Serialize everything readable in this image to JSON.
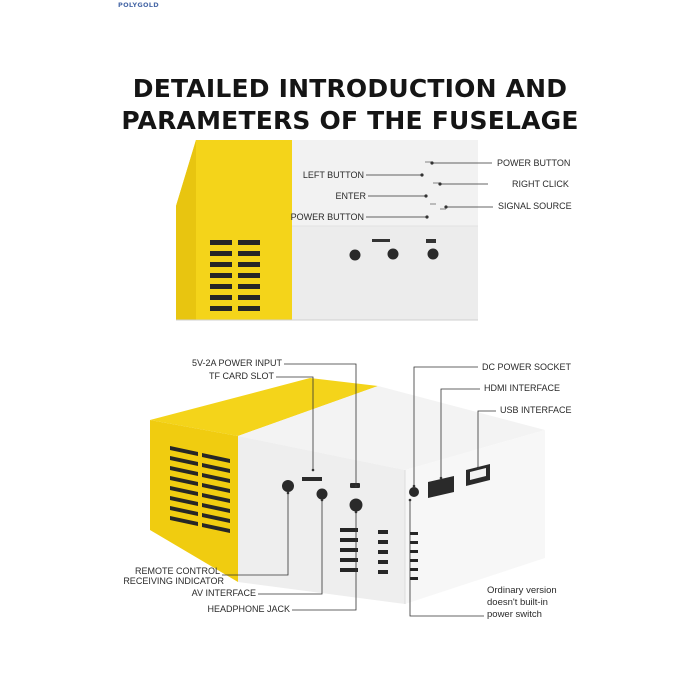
{
  "brand": "POLYGOLD",
  "title": {
    "line1": "DETAILED INTRODUCTION AND",
    "line2": "PARAMETERS OF THE FUSELAGE"
  },
  "top_view": {
    "labels": {
      "left_button": "LEFT BUTTON",
      "enter": "ENTER",
      "power_button_left": "POWER BUTTON",
      "power_button_right": "POWER BUTTON",
      "right_click": "RIGHT CLICK",
      "signal_source": "SIGNAL SOURCE"
    }
  },
  "side_view": {
    "labels": {
      "power_input": "5V-2A POWER INPUT",
      "tf_card_slot": "TF CARD SLOT",
      "dc_power_socket": "DC POWER SOCKET",
      "hdmi_interface": "HDMI INTERFACE",
      "usb_interface": "USB INTERFACE",
      "remote_control_line1": "REMOTE CONTROL",
      "remote_control_line2": "RECEIVING INDICATOR",
      "av_interface": "AV INTERFACE",
      "headphone_jack": "HEADPHONE JACK",
      "note_line1": "Ordinary version",
      "note_line2": "doesn't built-in",
      "note_line3": "power switch"
    }
  },
  "colors": {
    "yellow": "#f4d41a",
    "body_white": "#f1f1f1",
    "shadow": "#d9d9d9",
    "vent": "#222222"
  }
}
